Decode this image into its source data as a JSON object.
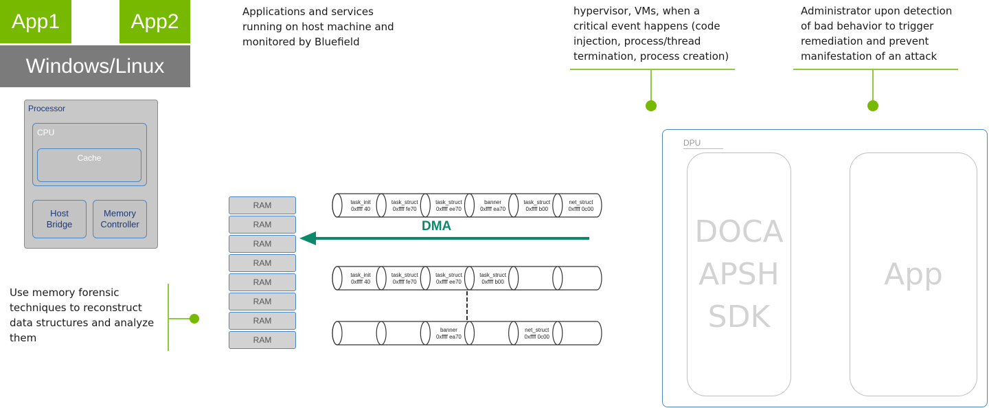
{
  "host": {
    "app1": "App1",
    "app2": "App2",
    "os": "Windows/Linux",
    "caption_lines": [
      "Applications and services",
      "running on host machine and",
      "monitored by Bluefield"
    ]
  },
  "processor": {
    "title": "Processor",
    "cpu": "CPU",
    "cache": "Cache",
    "host_bridge": [
      "Host",
      "Bridge"
    ],
    "memory_controller": [
      "Memory",
      "Controller"
    ]
  },
  "ram_cells": [
    "RAM",
    "RAM",
    "RAM",
    "RAM",
    "RAM",
    "RAM",
    "RAM",
    "RAM"
  ],
  "dma_label": "DMA",
  "memory_rows": {
    "row1": [
      [
        "task_init",
        "0xffff 40"
      ],
      [
        "task_struct",
        "0xffff fe70"
      ],
      [
        "task_struct",
        "0xffff ee70"
      ],
      [
        "banner",
        "0xffff ea70"
      ],
      [
        "task_struct",
        "0xffff b00"
      ],
      [
        "net_struct",
        "0xffff 0c00"
      ]
    ],
    "row2": [
      [
        "task_init",
        "0xffff 40"
      ],
      [
        "task_struct",
        "0xffff fe70"
      ],
      [
        "task_struct",
        "0xffff ee70"
      ],
      [
        "task_struct",
        "0xffff b00"
      ],
      [
        "",
        ""
      ],
      [
        "",
        ""
      ]
    ],
    "row3": [
      [
        "",
        ""
      ],
      [
        "",
        ""
      ],
      [
        "banner",
        "0xffff ea70"
      ],
      [
        "",
        ""
      ],
      [
        "net_struct",
        "0xffff 0c00"
      ],
      [
        "",
        ""
      ]
    ]
  },
  "notes": {
    "hypervisor_lines": [
      "hypervisor, VMs, when a",
      "critical event happens (code",
      "injection, process/thread",
      "termination, process creation)"
    ],
    "administrator_lines": [
      "Administrator upon detection",
      "of bad behavior to trigger",
      "remediation and prevent",
      "manifestation of an attack"
    ],
    "forensic_lines": [
      "Use memory forensic",
      "techniques to reconstruct",
      "data structures and analyze",
      "them"
    ]
  },
  "dpu": {
    "title": "DPU",
    "sdk_lines": [
      "DOCA",
      "APSH",
      "SDK"
    ],
    "app": "App"
  },
  "colors": {
    "nvidia_green": "#76b900",
    "dma_arrow": "#0a8a6a",
    "connector_green": "#8ccc3c",
    "os_gray": "#7b7b7b",
    "frame_blue": "#4a86c6"
  }
}
